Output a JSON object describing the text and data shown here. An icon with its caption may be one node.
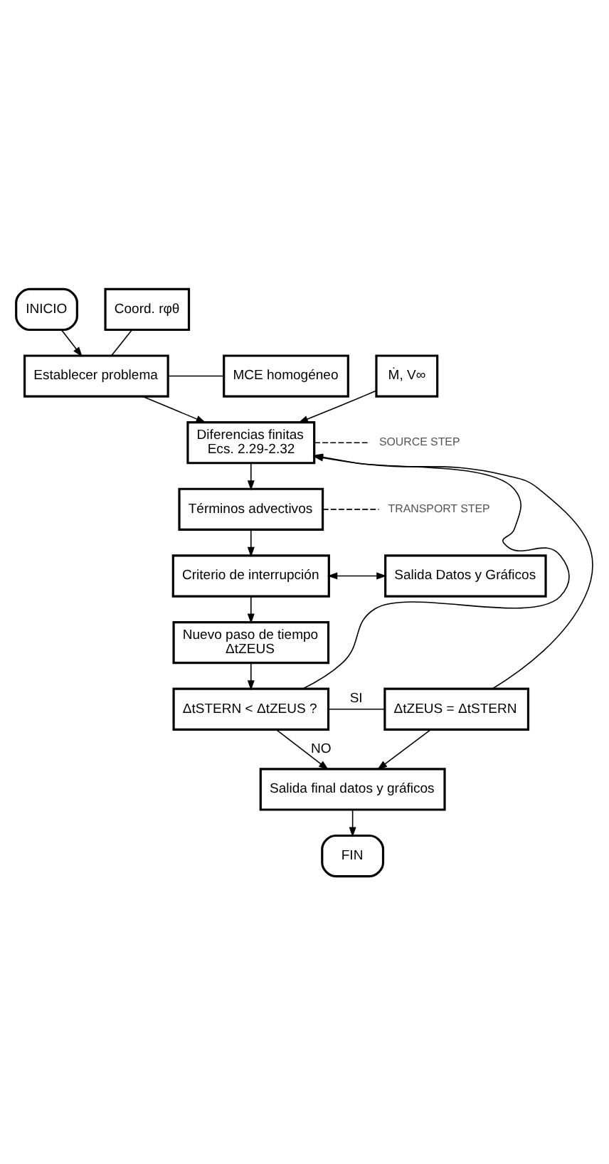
{
  "diagram": {
    "nodes": [
      {
        "text": [
          "INICIO"
        ]
      },
      {
        "text": [
          "Coord. rφθ"
        ]
      },
      {
        "text": [
          "Establecer problema"
        ]
      },
      {
        "text": [
          "MCE homogéneo"
        ]
      },
      {
        "text": [
          "Ṁ, V∞"
        ]
      },
      {
        "text": [
          "Diferencias finitas Ecs. 2.29-2.32"
        ]
      },
      {
        "text": [
          "SOURCE STEP"
        ]
      },
      {
        "text": [
          "Términos advectivos"
        ]
      },
      {
        "text": [
          "TRANSPORT STEP"
        ]
      },
      {
        "text": [
          "Criterio de interrupción"
        ]
      },
      {
        "text": [
          "Salida Datos y Gráficos"
        ]
      },
      {
        "text": [
          "Nuevo paso de tiempo ΔtZEUS"
        ]
      },
      {
        "text": [
          "ΔtSTERN < ΔtZEUS ?"
        ]
      },
      {
        "text": [
          "ΔtZEUS = ΔtSTERN"
        ]
      },
      {
        "text": [
          "Salida final datos y gráficos"
        ]
      },
      {
        "text": [
          "FIN"
        ]
      }
    ],
    "edges": [
      {
        "from": 0,
        "to": 2,
        "arrow": "to"
      },
      {
        "from": 2,
        "to": 1,
        "arrow": "none"
      },
      {
        "from": 2,
        "to": 3,
        "arrow": "none"
      },
      {
        "from": 2,
        "to": 5,
        "arrow": "to"
      },
      {
        "from": 4,
        "to": 5,
        "arrow": "to"
      },
      {
        "from": 5,
        "to": 6,
        "arrow": "none",
        "style": "dashed"
      },
      {
        "from": 5,
        "to": 7,
        "arrow": "to"
      },
      {
        "from": 7,
        "to": 8,
        "arrow": "none",
        "style": "dashed"
      },
      {
        "from": 7,
        "to": 9,
        "arrow": "to"
      },
      {
        "from": 9,
        "to": 10,
        "arrow": "both"
      },
      {
        "from": 9,
        "to": 11,
        "arrow": "to"
      },
      {
        "from": 11,
        "to": 12,
        "arrow": "to"
      },
      {
        "from": 12,
        "to": 13,
        "arrow": "none",
        "label": "SI"
      },
      {
        "from": 12,
        "to": 14,
        "arrow": "to",
        "label": "NO"
      },
      {
        "from": 13,
        "to": 14,
        "arrow": "to"
      },
      {
        "from": 12,
        "to": 5,
        "arrow": "to"
      },
      {
        "from": 13,
        "to": 5,
        "arrow": "to"
      },
      {
        "from": 14,
        "to": 15,
        "arrow": "to"
      }
    ]
  }
}
